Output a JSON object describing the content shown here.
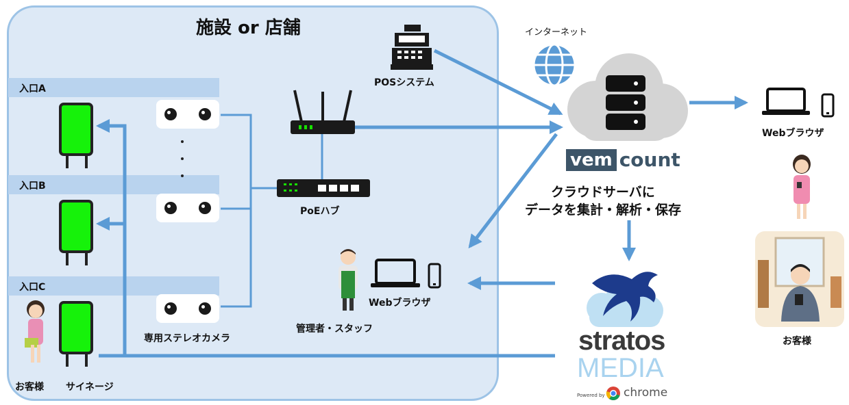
{
  "facility": {
    "title": "施設 or 店舗"
  },
  "entrances": [
    {
      "label": "入口A"
    },
    {
      "label": "入口B"
    },
    {
      "label": "入口C"
    }
  ],
  "camera_label": "専用ステレオカメラ",
  "hub_label": "PoEハブ",
  "pos_label": "POSシステム",
  "internet_label": "インターネット",
  "vemcount": {
    "left": "vem",
    "right": "count"
  },
  "cloud_desc": {
    "line1": "クラウドサーバに",
    "line2": "データを集計・解析・保存"
  },
  "web_browser_label": "Webブラウザ",
  "staff_label": "管理者・スタッフ",
  "customer_label": "お客様",
  "signage_label": "サイネージ",
  "stratos": {
    "line1": "stratos",
    "line2": "MEDIA",
    "powered": "Powered by",
    "chrome": "chrome"
  },
  "colors": {
    "arrow": "#5b9bd5",
    "facility_bg": "#dde9f6",
    "facility_border": "#9dc3e6",
    "signage_screen": "#16f20a"
  }
}
